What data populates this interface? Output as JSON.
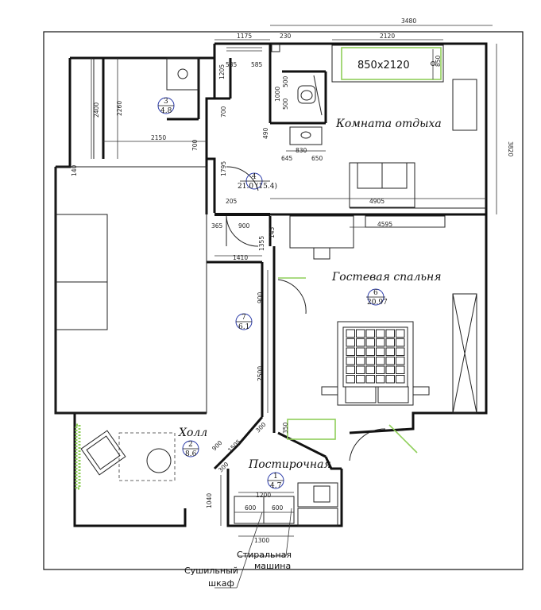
{
  "rooms": {
    "rest": {
      "name": "Комната отдыха",
      "num": "4",
      "area": "21.0 (15.4)"
    },
    "guest": {
      "name": "Гостевая спальня",
      "num": "6",
      "area": "20.97"
    },
    "hall": {
      "name": "Холл",
      "num": "2",
      "area": "8.6"
    },
    "laundry": {
      "name": "Постирочная",
      "num": "1",
      "area": "4.7"
    },
    "room3": {
      "num": "3",
      "area": "4.8"
    },
    "room7": {
      "num": "7",
      "area": "6.1"
    }
  },
  "bathtub_label": "850x2120",
  "labels": {
    "washer_line1": "Стиральная",
    "washer_line2": "машина",
    "dryer_line1": "Сушильный",
    "dryer_line2": "шкаф"
  },
  "dims": {
    "d3480": "3480",
    "d1175": "1175",
    "d230": "230",
    "d2120": "2120",
    "d850": "850",
    "d3820": "3820",
    "d585a": "585",
    "d585b": "585",
    "d1205": "1205",
    "d500a": "500",
    "d1000": "1000",
    "d500b": "500",
    "d2400": "2400",
    "d2260": "2260",
    "d700a": "700",
    "d490": "490",
    "d830": "830",
    "d645": "645",
    "d650": "650",
    "d2150": "2150",
    "d700b": "700",
    "d1795": "1795",
    "d140": "140",
    "d205": "205",
    "d4905": "4905",
    "d4595": "4595",
    "d365": "365",
    "d900a": "900",
    "d1355": "1355",
    "d145": "145",
    "d1410": "1410",
    "d900b": "900",
    "d2500": "2500",
    "d350": "350",
    "d1505": "1505",
    "d900c": "900",
    "d300a": "300",
    "d300b": "300",
    "d1200": "1200",
    "d600a": "600",
    "d600b": "600",
    "d1040": "1040",
    "d1300": "1300"
  }
}
